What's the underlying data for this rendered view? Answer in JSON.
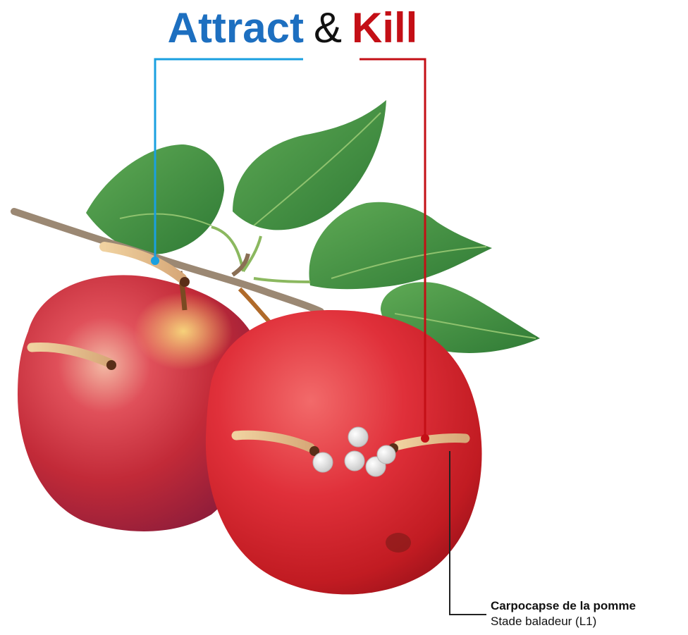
{
  "title": {
    "attract": "Attract",
    "ampersand": "&",
    "kill": "Kill",
    "attract_color": "#1d6fc0",
    "kill_color": "#c40f16"
  },
  "pest_label": {
    "name": "Carpocapse de la pomme",
    "stage": "Stade baladeur (L1)"
  },
  "colors": {
    "attract_line": "#1aa0e0",
    "kill_line": "#c40f16",
    "callout_line": "#222222"
  }
}
